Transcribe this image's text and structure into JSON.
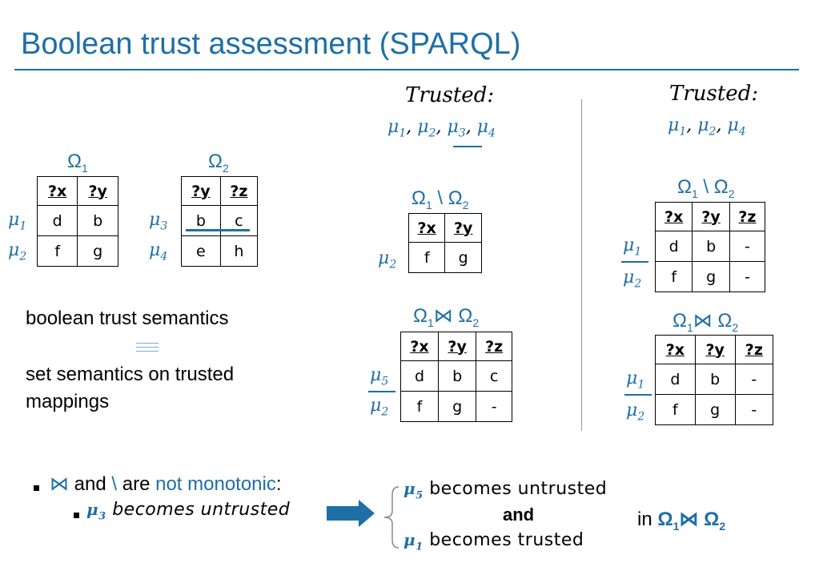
{
  "title": "Boolean trust assessment (SPARQL)",
  "labels": {
    "omega1": "Ω",
    "omega2": "Ω",
    "sub1": "1",
    "sub2": "2",
    "minus_op": "\\",
    "join_op": "⋈"
  },
  "mappings": {
    "mu1": "μ",
    "mu2": "μ",
    "mu3": "μ",
    "mu4": "μ",
    "mu5": "μ",
    "s1": "1",
    "s2": "2",
    "s3": "3",
    "s4": "4",
    "s5": "5"
  },
  "omega1_table": {
    "headers": [
      "?x",
      "?y"
    ],
    "rows": [
      [
        "d",
        "b"
      ],
      [
        "f",
        "g"
      ]
    ]
  },
  "omega2_table": {
    "headers": [
      "?y",
      "?z"
    ],
    "rows": [
      [
        "b",
        "c"
      ],
      [
        "e",
        "h"
      ]
    ]
  },
  "left_diff_table": {
    "headers": [
      "?x",
      "?y"
    ],
    "rows": [
      [
        "f",
        "g"
      ]
    ]
  },
  "left_join_table": {
    "headers": [
      "?x",
      "?y",
      "?z"
    ],
    "rows": [
      [
        "d",
        "b",
        "c"
      ],
      [
        "f",
        "g",
        "-"
      ]
    ]
  },
  "right_diff_table": {
    "headers": [
      "?x",
      "?y",
      "?z"
    ],
    "rows": [
      [
        "d",
        "b",
        "-"
      ],
      [
        "f",
        "g",
        "-"
      ]
    ]
  },
  "right_join_table": {
    "headers": [
      "?x",
      "?y",
      "?z"
    ],
    "rows": [
      [
        "d",
        "b",
        "-"
      ],
      [
        "f",
        "g",
        "-"
      ]
    ]
  },
  "trusted_label": "Trusted:",
  "semantics": {
    "line1": "boolean trust semantics",
    "line2": "set semantics on trusted",
    "line3": "mappings"
  },
  "bottom": {
    "and_word": "and",
    "are_word": "are",
    "not_monotonic": "not monotonic",
    "colon": ":",
    "becomes_untrusted": "becomes untrusted",
    "becomes_trusted": "becomes trusted",
    "and_bold": "and",
    "in_word": "in"
  }
}
